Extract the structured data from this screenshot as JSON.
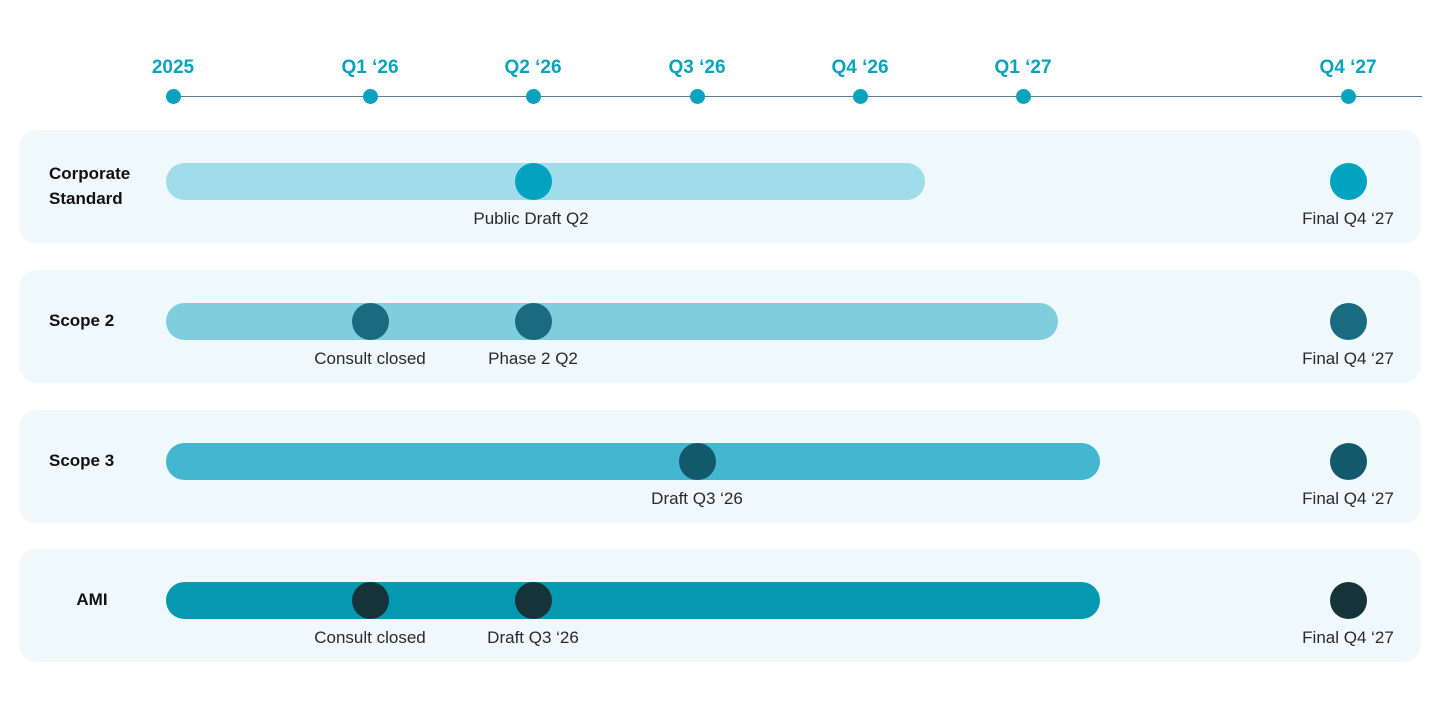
{
  "timeline": {
    "ticks": [
      "2025",
      "Q1 ‘26",
      "Q2 ‘26",
      "Q3 ‘26",
      "Q4 ‘26",
      "Q1 ‘27",
      "Q4 ‘27"
    ]
  },
  "rows": [
    {
      "label": "Corporate\nStandard",
      "bar_color": "#a1dcea",
      "dot_color": "#01a3c0",
      "milestones": [
        "Public Draft Q2"
      ],
      "final_label": "Final Q4 ‘27"
    },
    {
      "label": "Scope 2",
      "bar_color": "#80cddd",
      "dot_color": "#1a6b7f",
      "milestones": [
        "Consult closed",
        "Phase 2 Q2"
      ],
      "final_label": "Final Q4 ‘27"
    },
    {
      "label": "Scope 3",
      "bar_color": "#44b6cf",
      "dot_color": "#11596b",
      "milestones": [
        "Draft Q3 ‘26"
      ],
      "final_label": "Final Q4 ‘27"
    },
    {
      "label": "AMI",
      "bar_color": "#0499b1",
      "dot_color": "#17333a",
      "milestones": [
        "Consult closed",
        "Draft Q3 ‘26"
      ],
      "final_label": "Final Q4 ‘27"
    }
  ]
}
